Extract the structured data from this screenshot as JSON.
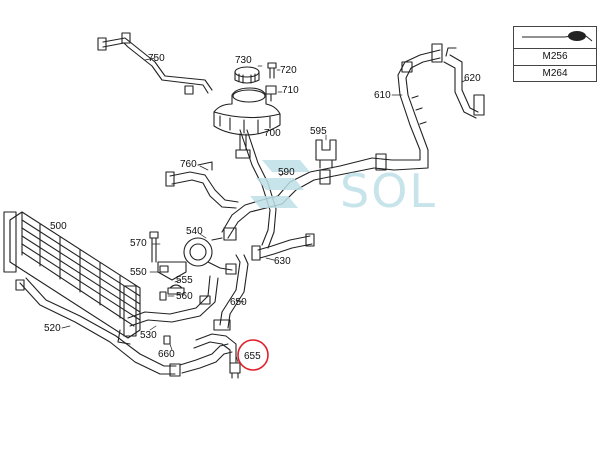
{
  "diagram": {
    "part_labels": [
      {
        "id": "p750",
        "text": "750"
      },
      {
        "id": "p730",
        "text": "730"
      },
      {
        "id": "p720",
        "text": "720"
      },
      {
        "id": "p710",
        "text": "710"
      },
      {
        "id": "p700",
        "text": "700"
      },
      {
        "id": "p595",
        "text": "595"
      },
      {
        "id": "p610",
        "text": "610"
      },
      {
        "id": "p620",
        "text": "620"
      },
      {
        "id": "p760",
        "text": "760"
      },
      {
        "id": "p590",
        "text": "590"
      },
      {
        "id": "p500",
        "text": "500"
      },
      {
        "id": "p570",
        "text": "570"
      },
      {
        "id": "p540",
        "text": "540"
      },
      {
        "id": "p630",
        "text": "630"
      },
      {
        "id": "p550",
        "text": "550"
      },
      {
        "id": "p555",
        "text": "555"
      },
      {
        "id": "p560",
        "text": "560"
      },
      {
        "id": "p650",
        "text": "650"
      },
      {
        "id": "p520",
        "text": "520"
      },
      {
        "id": "p530",
        "text": "530"
      },
      {
        "id": "p660",
        "text": "660"
      },
      {
        "id": "p655",
        "text": "655"
      }
    ],
    "highlighted_part": "655",
    "highlight_color": "#e0202a",
    "watermark": "SOL",
    "watermark_color": "#bfe0e8"
  },
  "legend": {
    "icon": "engine-cover-icon",
    "rows": [
      "M256",
      "M264"
    ]
  }
}
